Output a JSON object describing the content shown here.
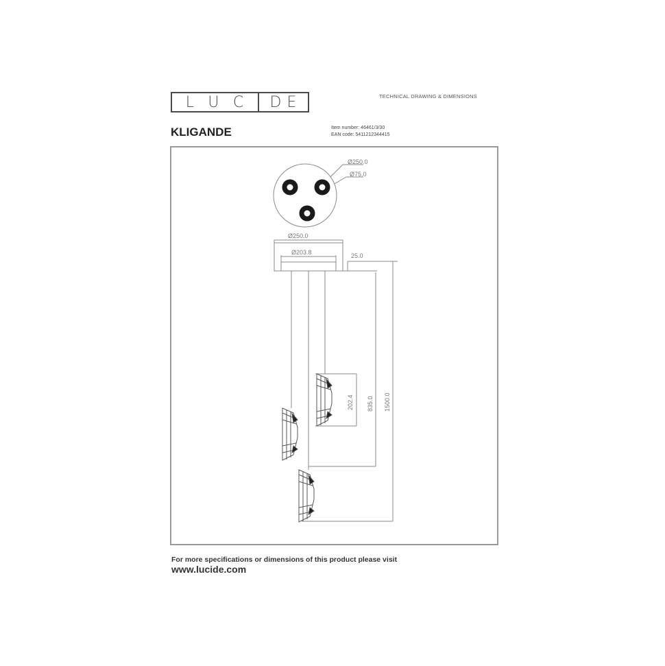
{
  "brand": {
    "logo_left": [
      "L",
      "U",
      "C"
    ],
    "logo_right": [
      "D",
      "E"
    ],
    "document_type": "TECHNICAL DRAWING & DIMENSIONS"
  },
  "product": {
    "name": "KLIGANDE",
    "item_number_label": "Item number: 46461/3/30",
    "ean_label": "EAN code: 5411212344415"
  },
  "drawing": {
    "top_view": {
      "outer_diameter": "Ø250.0",
      "spot_diameter": "Ø75.0"
    },
    "canopy": {
      "outer_diameter": "Ø250.0",
      "inner_diameter": "Ø203.8",
      "height": "25.0"
    },
    "vertical_dimensions": {
      "shade_height": "202.4",
      "mid_drop": "835.0",
      "max_drop": "1500.0"
    },
    "line_color": "#8a8a8a",
    "frame_color": "#9a9a9a"
  },
  "footer": {
    "note": "For more specifications or dimensions of this product please visit",
    "website": "www.lucide.com"
  }
}
